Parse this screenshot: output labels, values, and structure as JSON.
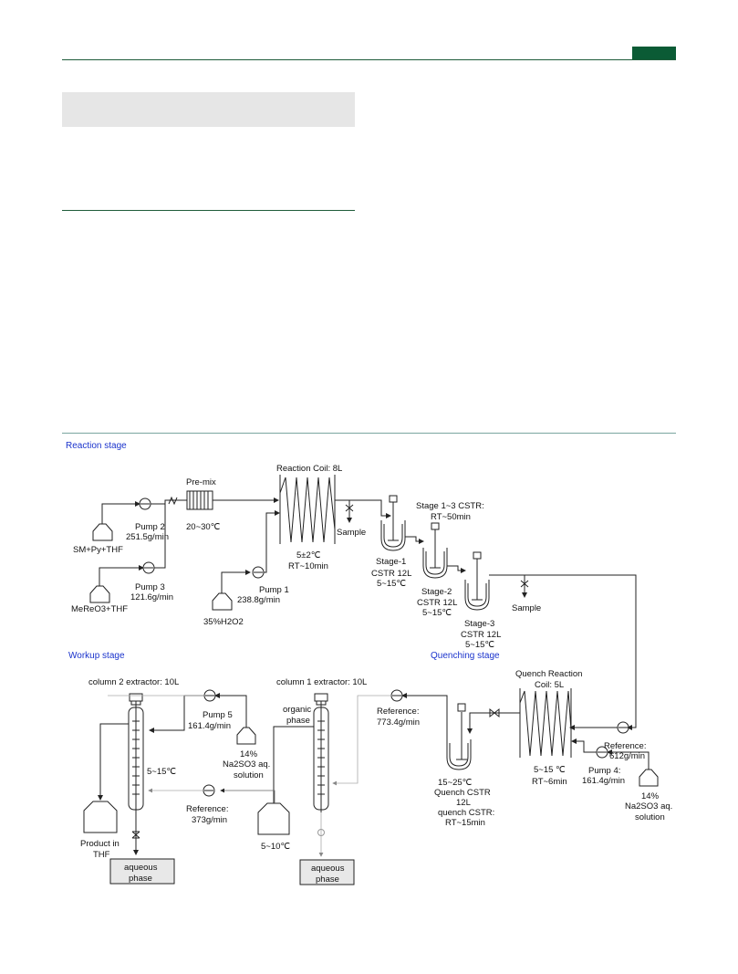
{
  "sections": {
    "reaction": "Reaction stage",
    "workup": "Workup stage",
    "quenching": "Quenching stage"
  },
  "labels": {
    "sm_feed": "SM+Py+THF",
    "mereo_feed": "MeReO3+THF",
    "h2o2_feed": "35%H2O2",
    "pump2": "Pump 2",
    "pump2_rate": "251.5g/min",
    "pump3": "Pump 3",
    "pump3_rate": "121.6g/min",
    "pump1": "Pump 1",
    "pump1_rate": "238.8g/min",
    "premix": "Pre-mix",
    "premix_temp": "20~30℃",
    "coil_title": "Reaction Coil: 8L",
    "coil_temp": "5±2℃",
    "coil_time": "RT~10min",
    "sample1": "Sample",
    "cstr_title": "Stage 1~3 CSTR:",
    "cstr_time": "RT~50min",
    "stage1_a": "Stage-1",
    "stage1_b": "CSTR 12L",
    "stage1_c": "5~15℃",
    "stage2_a": "Stage-2",
    "stage2_b": "CSTR 12L",
    "stage2_c": "5~15℃",
    "stage3_a": "Stage-3",
    "stage3_b": "CSTR 12L",
    "stage3_c": "5~15℃",
    "sample2": "Sample",
    "quench_coil_a": "Quench Reaction",
    "quench_coil_b": "Coil: 5L",
    "quench_coil_temp": "5~15 ℃",
    "quench_coil_time": "RT~6min",
    "ref612_a": "Reference:",
    "ref612_b": "612g/min",
    "pump4": "Pump 4:",
    "pump4_rate": "161.4g/min",
    "na2so3_a_1": "14%",
    "na2so3_a_2": "Na2SO3 aq.",
    "na2so3_a_3": "solution",
    "quench_cstr_temp": "15~25℃",
    "quench_cstr_a": "Quench CSTR",
    "quench_cstr_b": "12L",
    "quench_cstr_c": "quench CSTR:",
    "quench_cstr_d": "RT~15min",
    "ref773_a": "Reference:",
    "ref773_b": "773.4g/min",
    "col1_title": "column 1 extractor: 10L",
    "organic_a": "organic",
    "organic_b": "phase",
    "col1_temp": "5~10℃",
    "aqueous1_a": "aqueous",
    "aqueous1_b": "phase",
    "col2_title": "column 2 extractor: 10L",
    "pump5": "Pump 5",
    "pump5_rate": "161.4g/min",
    "na2so3_b_1": "14%",
    "na2so3_b_2": "Na2SO3 aq.",
    "na2so3_b_3": "solution",
    "col2_temp": "5~15℃",
    "ref373_a": "Reference:",
    "ref373_b": "373g/min",
    "product_a": "Product in",
    "product_b": "THF",
    "aqueous2_a": "aqueous",
    "aqueous2_b": "phase"
  }
}
